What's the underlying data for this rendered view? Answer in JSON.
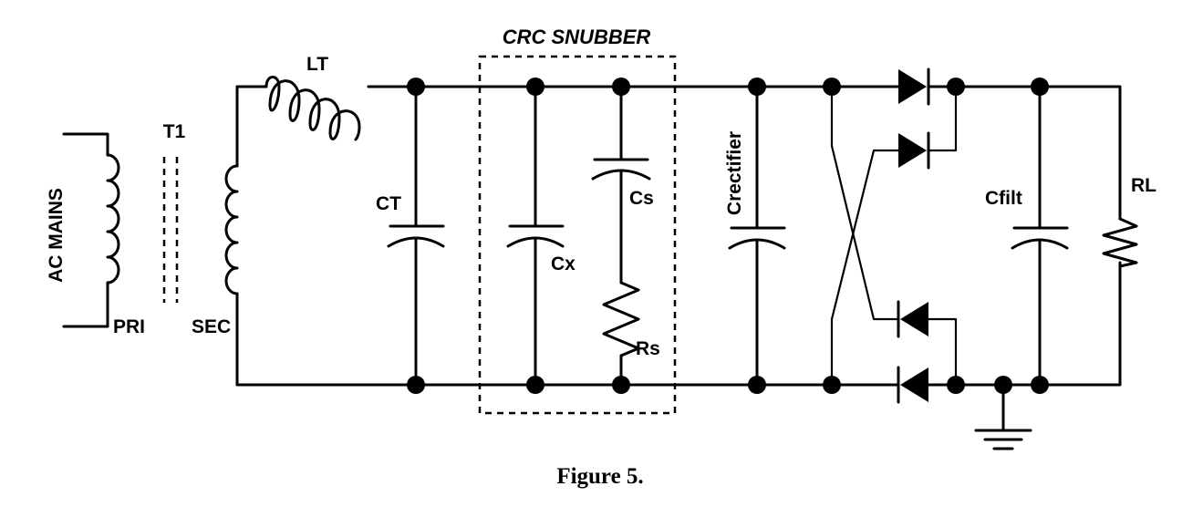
{
  "diagram": {
    "snubber_title": "CRC  SNUBBER",
    "labels": {
      "ac_mains": "AC MAINS",
      "transformer": "T1",
      "primary": "PRI",
      "secondary": "SEC",
      "inductor": "LT",
      "ct": "CT",
      "cx": "Cx",
      "cs": "Cs",
      "rs": "Rs",
      "crectifier": "Crectifier",
      "cfilt": "Cfilt",
      "rl": "RL"
    },
    "caption": "Figure 5."
  }
}
